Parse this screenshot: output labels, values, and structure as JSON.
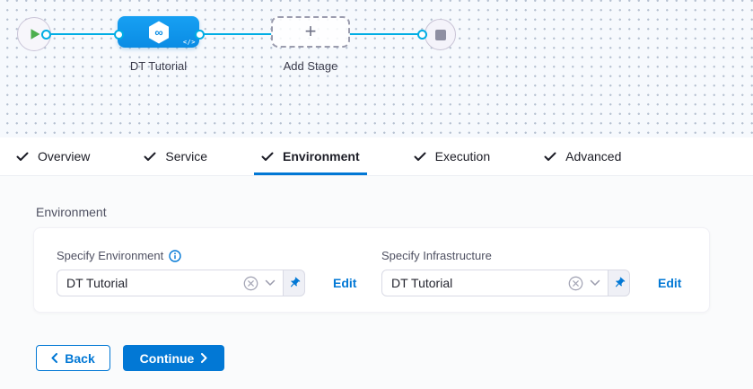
{
  "canvas": {
    "stage": {
      "label": "DT Tutorial",
      "icon_glyph": "∞",
      "code_badge": "</>"
    },
    "add_stage": {
      "label": "Add Stage",
      "plus_glyph": "+"
    },
    "icons": {
      "start": "play-icon",
      "end": "stop-icon",
      "stage": "cd-hexagon-infinity-icon"
    }
  },
  "tabs": {
    "items": [
      {
        "label": "Overview",
        "checked": true,
        "active": false
      },
      {
        "label": "Service",
        "checked": true,
        "active": false
      },
      {
        "label": "Environment",
        "checked": true,
        "active": true
      },
      {
        "label": "Execution",
        "checked": true,
        "active": false
      },
      {
        "label": "Advanced",
        "checked": true,
        "active": false
      }
    ]
  },
  "main": {
    "section_heading": "Environment",
    "environment_field": {
      "label": "Specify Environment",
      "has_info_icon": true,
      "value": "DT Tutorial",
      "edit_label": "Edit"
    },
    "infrastructure_field": {
      "label": "Specify Infrastructure",
      "has_info_icon": false,
      "value": "DT Tutorial",
      "edit_label": "Edit"
    }
  },
  "footer": {
    "back_label": "Back",
    "continue_label": "Continue"
  },
  "colors": {
    "primary_blue": "#0278d5",
    "node_blue": "#0f97ec",
    "connector_cyan": "#00ade4",
    "play_green": "#4daf4e",
    "active_tab_underline": "#0278d5"
  }
}
